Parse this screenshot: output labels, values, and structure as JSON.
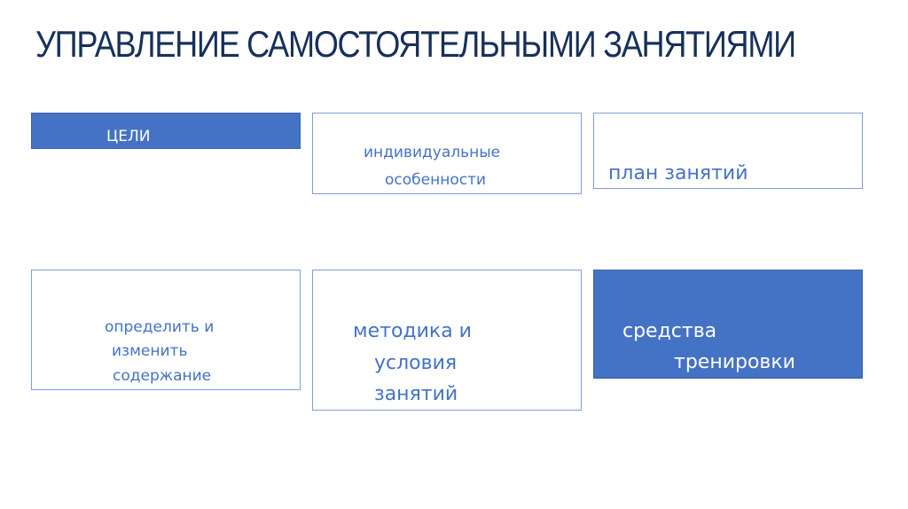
{
  "slide": {
    "title": "УПРАВЛЕНИЕ САМОСТОЯТЕЛЬНЫМИ ЗАНЯТИЯМИ",
    "colors": {
      "title": "#17305a",
      "accent": "#4472c4",
      "border": "#7f9dd4",
      "background": "#ffffff"
    },
    "boxes": [
      {
        "id": "goals",
        "filled": true,
        "lines": [
          "ЦЕЛИ"
        ]
      },
      {
        "id": "individual-features",
        "filled": false,
        "lines": [
          "индивидуальные",
          "особенности"
        ]
      },
      {
        "id": "training-plan",
        "filled": false,
        "lines": [
          "план занятий"
        ]
      },
      {
        "id": "define-content",
        "filled": false,
        "lines": [
          "определить  и",
          "изменить",
          "содержание"
        ]
      },
      {
        "id": "methods-conditions",
        "filled": false,
        "lines": [
          "методика и",
          "условия",
          "занятий"
        ]
      },
      {
        "id": "training-means",
        "filled": true,
        "lines": [
          "средства",
          "тренировки"
        ]
      }
    ]
  }
}
